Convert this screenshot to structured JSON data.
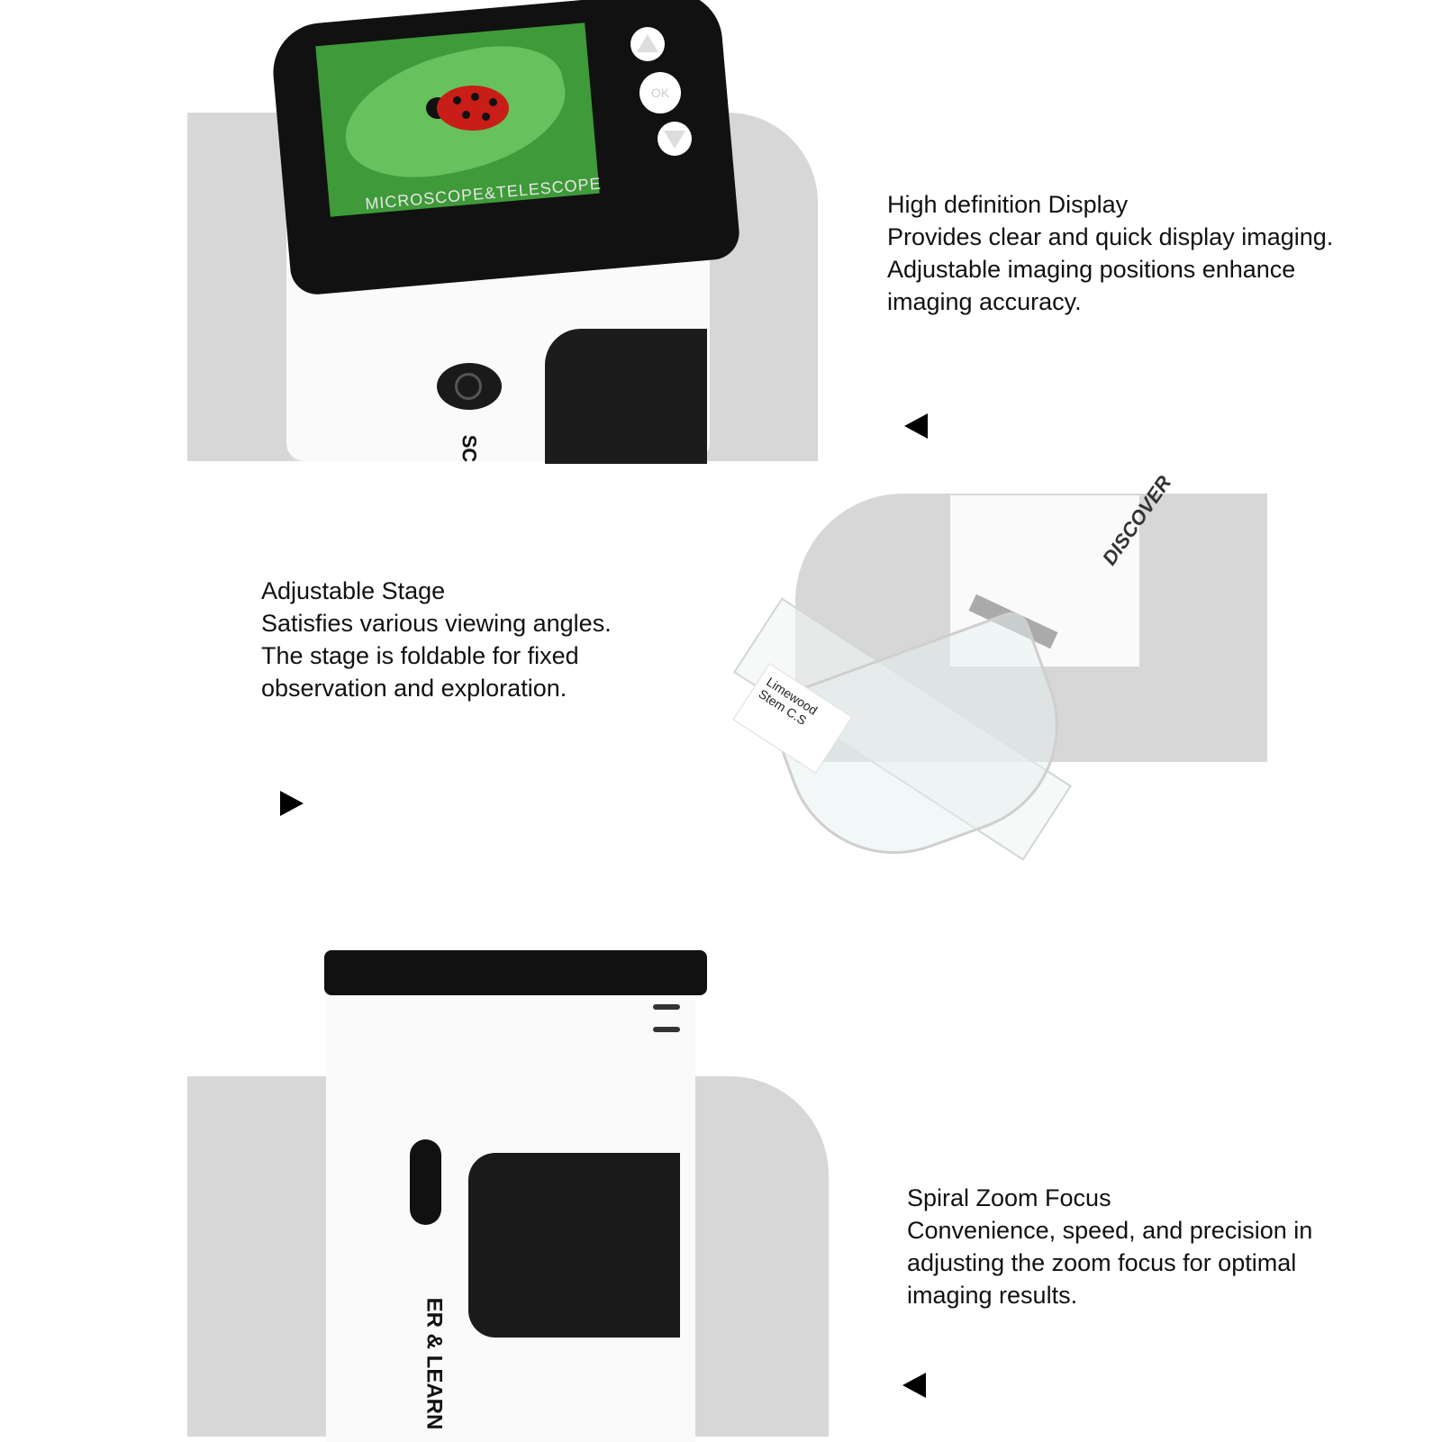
{
  "sections": {
    "display": {
      "title": "High definition Display",
      "lines": [
        "Provides clear and quick display imaging.",
        "Adjustable imaging positions enhance",
        "imaging accuracy."
      ]
    },
    "stage": {
      "title": "Adjustable Stage",
      "lines": [
        "Satisfies various viewing angles.",
        "The stage is foldable for fixed",
        "observation and exploration."
      ]
    },
    "zoom": {
      "title": "Spiral Zoom Focus",
      "lines": [
        "Convenience, speed, and precision in",
        "adjusting the zoom focus for optimal",
        "imaging results."
      ]
    }
  },
  "device_labels": {
    "screen_label": "MICROSCOPE&TELESCOPE",
    "ok_button": "OK",
    "side_text_1": "SC",
    "stage_brand": "DISCOVER",
    "slide_label": "Limewood Stem C.S",
    "side_text_3": "ER & LEARN"
  },
  "icons": {
    "arrow_1": "triangle-left-icon",
    "arrow_2": "triangle-right-icon",
    "arrow_3": "triangle-left-icon"
  },
  "colors": {
    "panel_gray": "#d7d7d7",
    "device_black": "#111111",
    "device_white": "#fafafa",
    "screen_green": "#3f9a3a",
    "ladybug_red": "#c91d18"
  }
}
